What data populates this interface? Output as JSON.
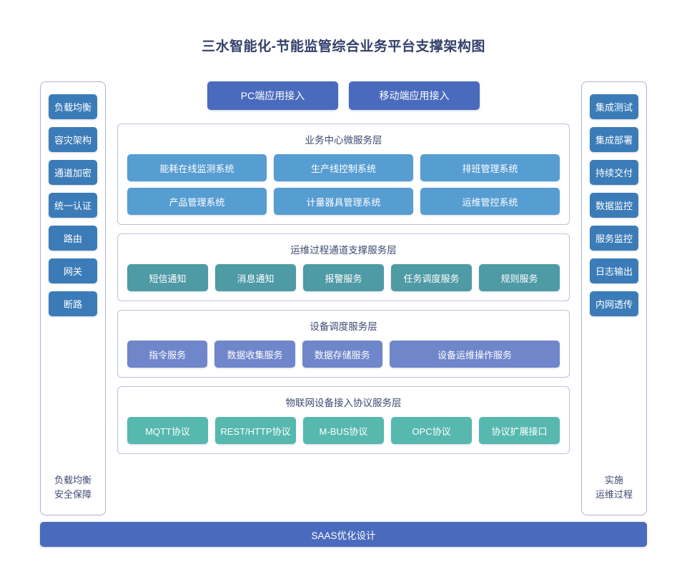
{
  "title": "三水智能化-节能监管综合业务平台支撑架构图",
  "colors": {
    "title_text": "#33406b",
    "side_button": "#3b7cb8",
    "access_button": "#4a6bbd",
    "business_layer": "#569dd2",
    "ops_layer": "#4e9aa5",
    "device_layer": "#6f86cb",
    "iot_layer": "#56b8ae",
    "saas_bar": "#4a6bbd",
    "panel_border": "#b9c3de",
    "background": "#ffffff"
  },
  "left_column": {
    "items": [
      {
        "label": "负载均衡"
      },
      {
        "label": "容灾架构"
      },
      {
        "label": "通道加密"
      },
      {
        "label": "统一认证"
      },
      {
        "label": "路由"
      },
      {
        "label": "网关"
      },
      {
        "label": "断路"
      }
    ],
    "footer_line1": "负载均衡",
    "footer_line2": "安全保障"
  },
  "right_column": {
    "items": [
      {
        "label": "集成测试"
      },
      {
        "label": "集成部署"
      },
      {
        "label": "持续交付"
      },
      {
        "label": "数据监控"
      },
      {
        "label": "服务监控"
      },
      {
        "label": "日志输出"
      },
      {
        "label": "内网透传"
      }
    ],
    "footer_line1": "实施",
    "footer_line2": "运维过程"
  },
  "access_row": {
    "buttons": [
      {
        "label": "PC端应用接入"
      },
      {
        "label": "移动端应用接入"
      }
    ]
  },
  "layers": [
    {
      "id": "business-center-microservice-layer",
      "title": "业务中心微服务层",
      "color": "#569dd2",
      "rows": [
        [
          {
            "label": "能耗在线监测系统"
          },
          {
            "label": "生产线控制系统"
          },
          {
            "label": "排班管理系统"
          }
        ],
        [
          {
            "label": "产品管理系统"
          },
          {
            "label": "计量器具管理系统"
          },
          {
            "label": "运维管控系统"
          }
        ]
      ]
    },
    {
      "id": "ops-channel-support-service-layer",
      "title": "运维过程通道支撑服务层",
      "color": "#4e9aa5",
      "rows": [
        [
          {
            "label": "短信通知"
          },
          {
            "label": "消息通知"
          },
          {
            "label": "报警服务"
          },
          {
            "label": "任务调度服务"
          },
          {
            "label": "规则服务"
          }
        ]
      ]
    },
    {
      "id": "device-scheduling-service-layer",
      "title": "设备调度服务层",
      "color": "#6f86cb",
      "rows": [
        [
          {
            "label": "指令服务",
            "wide": false
          },
          {
            "label": "数据收集服务",
            "wide": false
          },
          {
            "label": "数据存储服务",
            "wide": false
          },
          {
            "label": "设备运维操作服务",
            "wide": true
          }
        ]
      ]
    },
    {
      "id": "iot-device-protocol-service-layer",
      "title": "物联网设备接入协议服务层",
      "color": "#56b8ae",
      "rows": [
        [
          {
            "label": "MQTT协议"
          },
          {
            "label": "REST/HTTP协议"
          },
          {
            "label": "M-BUS协议"
          },
          {
            "label": "OPC协议"
          },
          {
            "label": "协议扩展接口"
          }
        ]
      ]
    }
  ],
  "saas_bar": {
    "label": "SAAS优化设计"
  }
}
